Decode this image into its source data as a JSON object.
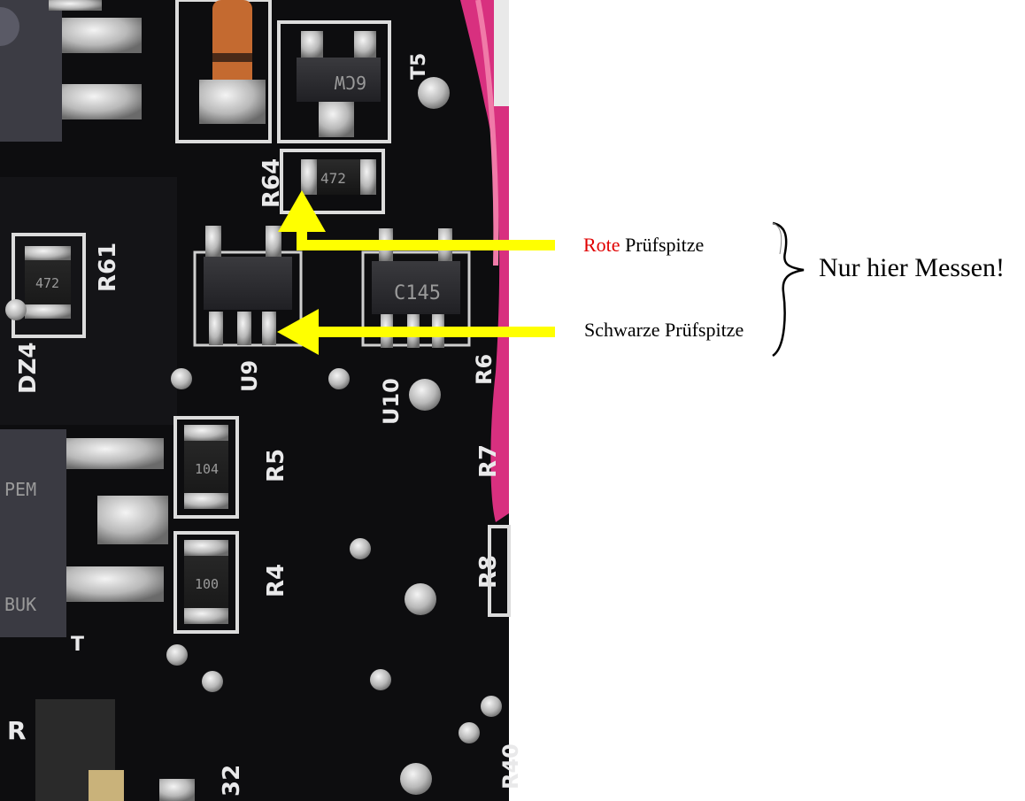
{
  "annotations": {
    "red_probe": {
      "highlight": "Rote",
      "rest": " Prüfspitze"
    },
    "black_probe": "Schwarze Prüfspitze",
    "main_note": "Nur hier Messen!"
  },
  "pcb": {
    "silkscreen": [
      "R64",
      "R61",
      "DZ4",
      "U9",
      "U10",
      "R5",
      "R4",
      "R7",
      "R8",
      "R40",
      "R6",
      "32",
      "R",
      "T5",
      "T"
    ],
    "chip_markings": [
      "6CW",
      "472",
      "472",
      "C145",
      "104",
      "100",
      "PEM",
      "BUK"
    ]
  },
  "colors": {
    "arrow": "#ffff00",
    "highlight_text": "#e00000",
    "board": "#0d0d0f",
    "pink_wire": "#d8307f"
  }
}
